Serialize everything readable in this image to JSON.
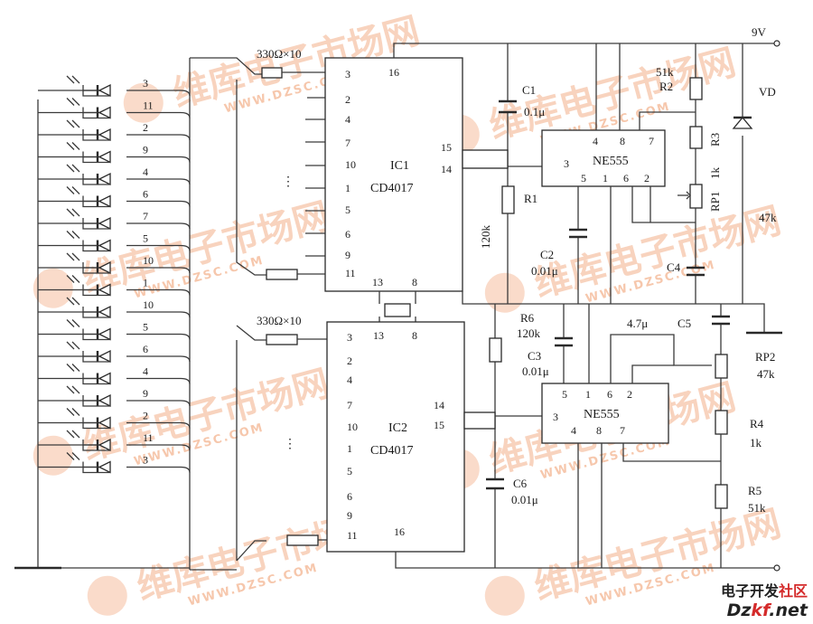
{
  "supply": {
    "label": "9V"
  },
  "resistor_array_1": {
    "label": "330Ω×10"
  },
  "resistor_array_2": {
    "label": "330Ω×10"
  },
  "ic1": {
    "name": "IC1",
    "part": "CD4017",
    "pin_vdd": "16",
    "pins_left": [
      "3",
      "2",
      "4",
      "7",
      "10",
      "1",
      "5",
      "6",
      "9",
      "11"
    ],
    "pin_15": "15",
    "pin_14": "14",
    "pin_13": "13",
    "pin_8": "8"
  },
  "ic2": {
    "name": "IC2",
    "part": "CD4017",
    "pin_vdd": "16",
    "pins_left": [
      "3",
      "2",
      "4",
      "7",
      "10",
      "1",
      "5",
      "6",
      "9",
      "11"
    ],
    "pin_14": "14",
    "pin_15": "15",
    "pin_13": "13",
    "pin_8": "8"
  },
  "timer1": {
    "part": "NE555",
    "pin4": "4",
    "pin8": "8",
    "pin7": "7",
    "pin3": "3",
    "pin5": "5",
    "pin1": "1",
    "pin6": "6",
    "pin2": "2"
  },
  "timer2": {
    "part": "NE555",
    "pin5": "5",
    "pin1": "1",
    "pin6": "6",
    "pin2": "2",
    "pin3": "3",
    "pin4": "4",
    "pin8": "8",
    "pin7": "7"
  },
  "components": {
    "c1": "C1",
    "c1_val": "0.1μ",
    "r1": "R1",
    "r1_val": "120k",
    "c2": "C2",
    "c2_val": "0.01μ",
    "r2_val": "51k",
    "r2": "R2",
    "vd": "VD",
    "r3": "R3",
    "r3_val": "1k",
    "rp1": "RP1",
    "rp1_val": "47k",
    "c4": "C4",
    "r6": "R6",
    "r6_val": "120k",
    "c3": "C3",
    "c3_val": "0.01μ",
    "c5_val": "4.7μ",
    "c5": "C5",
    "rp2": "RP2",
    "rp2_val": "47k",
    "r4": "R4",
    "r4_val": "1k",
    "r5": "R5",
    "r5_val": "51k",
    "c6": "C6",
    "c6_val": "0.01μ"
  },
  "led_pins": [
    "3",
    "11",
    "2",
    "9",
    "4",
    "6",
    "7",
    "5",
    "10",
    "1",
    "10",
    "5",
    "6",
    "4",
    "9",
    "2",
    "11",
    "3"
  ],
  "ellipsis": "⋮",
  "watermark": {
    "cn": "维库电子市场网",
    "url": "WWW.DZSC.COM"
  },
  "brand": {
    "line1_a": "电子开发",
    "line1_b": "社区",
    "line2_a": "Dz",
    "line2_b": "kf",
    "line2_c": ".net"
  },
  "colors": {
    "watermark": "#f3b08a",
    "brand_red": "#d42a2a"
  }
}
